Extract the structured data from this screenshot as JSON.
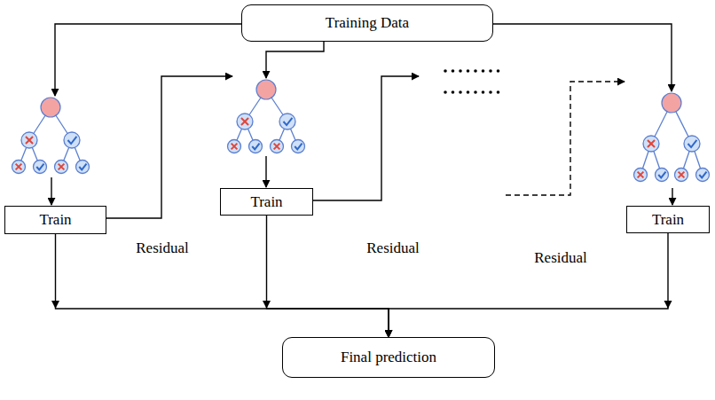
{
  "diagram": {
    "nodes": [
      {
        "text": [
          "Training Data"
        ]
      },
      {
        "text": [
          "Train"
        ]
      },
      {
        "text": [
          "Train"
        ]
      },
      {
        "text": [
          "Train"
        ]
      },
      {
        "text": [
          "Final prediction"
        ]
      }
    ],
    "edges": [
      {
        "from": 1,
        "to": 4,
        "arrow": "to"
      },
      {
        "from": 2,
        "to": 4,
        "arrow": "to"
      },
      {
        "from": 3,
        "to": 4,
        "arrow": "to"
      }
    ],
    "labels": [
      "Residual",
      "Residual",
      "Residual"
    ]
  }
}
